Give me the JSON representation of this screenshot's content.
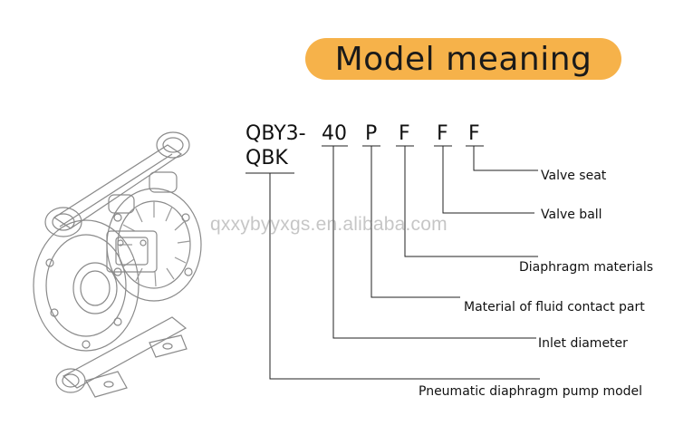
{
  "title": "Model meaning",
  "model_codes": {
    "prefix": "QBY3-",
    "prefix_alt": "QBK",
    "inlet": "40",
    "material": "P",
    "diaphragm": "F",
    "ball": "F",
    "seat": "F"
  },
  "labels": {
    "valve_seat": "Valve seat",
    "valve_ball": "Valve ball",
    "diaphragm_materials": "Diaphragm materials",
    "fluid_contact": "Material of fluid contact part",
    "inlet_diameter": "Inlet diameter",
    "pump_model": "Pneumatic diaphragm pump model"
  },
  "watermark": "qxxybyyxgs.en.alibaba.com",
  "colors": {
    "accent": "#f6b24a",
    "text": "#111111",
    "line": "#222222"
  },
  "image": {
    "icon": "diaphragm-pump-illustration"
  }
}
